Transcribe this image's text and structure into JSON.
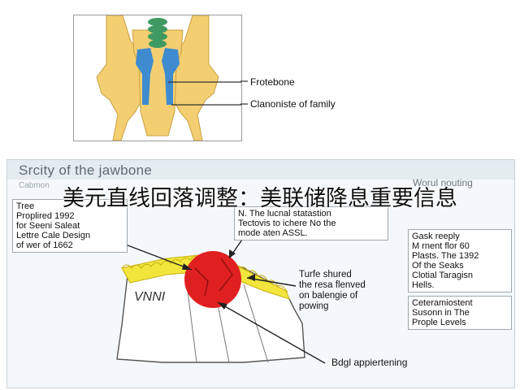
{
  "top_figure": {
    "callouts": [
      "Frotebone",
      "Clanoniste of family"
    ]
  },
  "bottom_figure": {
    "title": "Srcity of the jawbone",
    "subtitle": "Cabmon",
    "left_box": [
      "Tree",
      "Proplired 1992",
      "for Seeni Saleat",
      "Lettre Cale Design",
      "of wer of 1662"
    ],
    "center_box": [
      "N. The lucnal statastion",
      "Tectovis to ichere No the",
      "mode aten ASSL."
    ],
    "top_right_text": "Worul nouting",
    "right_box_1": [
      "Gask reeply",
      "M rnent flor 60",
      "Plasts. The 1392",
      "Of the Seaks",
      "Clotial Taragisn",
      "Hells."
    ],
    "right_box_2": [
      "Ceteramiostent",
      "Susonn in The",
      "Prople Levels"
    ],
    "middle_label": [
      "Turfe shured",
      "the resa flenved",
      "on balengie of",
      "powing"
    ],
    "bottom_label": "Bdgl appiertening",
    "tooth_letters": "VNNI"
  },
  "caption": "美元直线回落调整：美联储降息重要信息",
  "colors": {
    "bone": "#f3cf72",
    "bone_outline": "#c9a040",
    "blue": "#3e8bd0",
    "green": "#3e9a62",
    "red": "#e02020",
    "teeth": "#f2e63c"
  }
}
